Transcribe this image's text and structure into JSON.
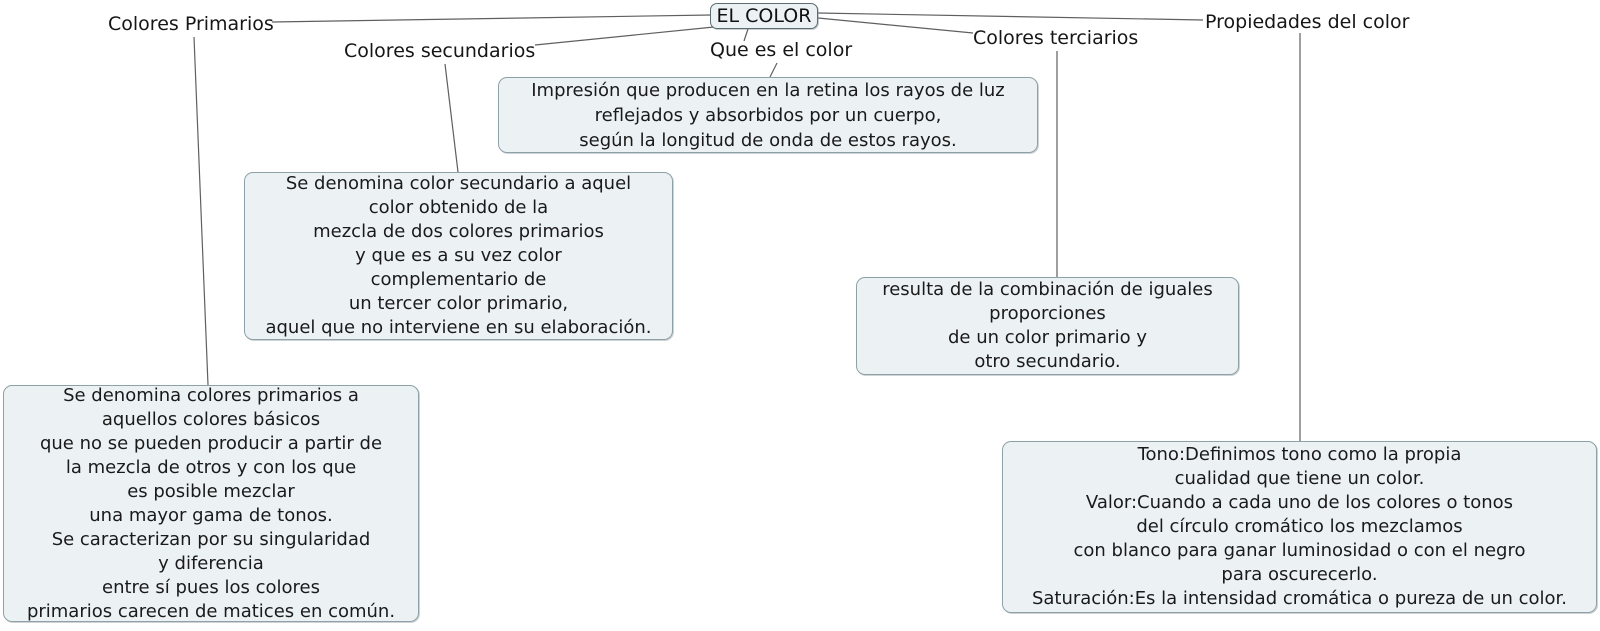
{
  "diagram": {
    "root": {
      "label": "EL COLOR"
    },
    "branches": {
      "que_es": {
        "label": "Que es el color",
        "text": "Impresión que producen en la retina los rayos de luz\nreflejados y absorbidos por un cuerpo,\nsegún la longitud de onda de estos rayos."
      },
      "primarios": {
        "label": "Colores Primarios",
        "text": "Se denomina colores primarios a\naquellos colores básicos\nque no se pueden producir a partir de\nla mezcla de otros y con los que\nes posible mezclar\nuna mayor gama de tonos.\nSe caracterizan por su singularidad\ny diferencia\nentre sí pues los colores\nprimarios carecen de matices en común."
      },
      "secundarios": {
        "label": "Colores secundarios",
        "text": "Se denomina color secundario a aquel\ncolor obtenido de la\nmezcla de dos colores primarios\ny que es a su vez color\ncomplementario de\nun tercer color primario,\naquel que no interviene en su elaboración."
      },
      "terciarios": {
        "label": "Colores terciarios",
        "text": "resulta de la combinación de iguales\nproporciones\nde un color primario y\notro secundario."
      },
      "propiedades": {
        "label": "Propiedades del color",
        "text": "Tono:Definimos tono como la propia\ncualidad que tiene un color.\nValor:Cuando a cada uno de los colores o tonos\ndel círculo cromático los mezclamos\ncon blanco para ganar luminosidad o con el negro\npara oscurecerlo.\nSaturación:Es la intensidad cromática o pureza de un color."
      }
    },
    "colors": {
      "box_fill": "#ecf2f4",
      "box_border": "#8fa1a8",
      "connector_line": "#5f5f5f",
      "text": "#1a1a1a"
    }
  }
}
